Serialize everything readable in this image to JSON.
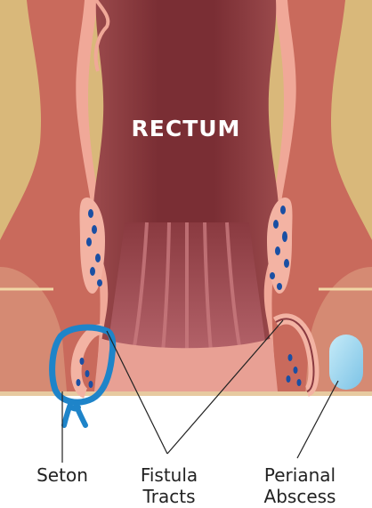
{
  "title": "RECTUM",
  "labels": {
    "seton": "Seton",
    "fistula_line1": "Fistula",
    "fistula_line2": "Tracts",
    "abscess_line1": "Perianal",
    "abscess_line2": "Abscess"
  },
  "colors": {
    "background": "#d9b87a",
    "outer_tissue": "#c96a5c",
    "rectum_lumen": "#8a3a3e",
    "lining_highlight": "#f0a898",
    "gland_spots": "#1a4fa3",
    "seton_loop": "#1e84c9",
    "abscess": "#9fd4ee"
  }
}
